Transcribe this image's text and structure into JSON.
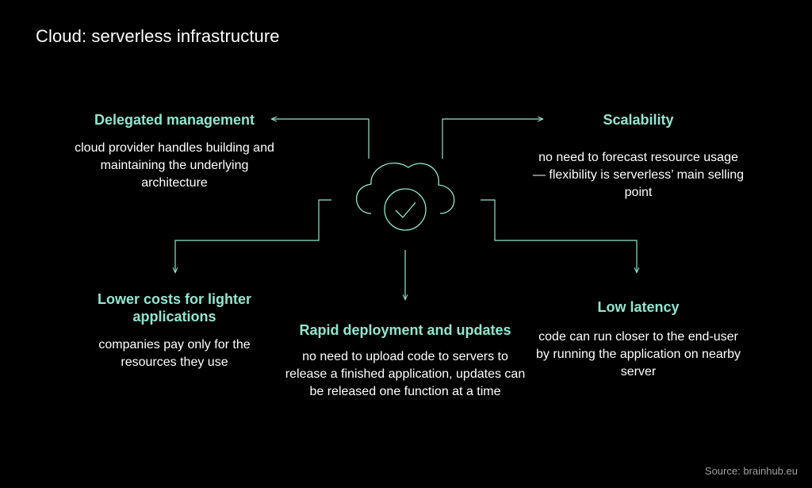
{
  "page": {
    "title": "Cloud: serverless infrastructure",
    "source": "Source: brainhub.eu"
  },
  "colors": {
    "background": "#000000",
    "accent": "#8fe6cf",
    "text": "#ffffff",
    "muted": "#a0a0a0"
  },
  "icons": {
    "center": "cloud-check-icon"
  },
  "blocks": {
    "delegated": {
      "heading": "Delegated management",
      "text": "cloud provider handles building and maintaining the underlying architecture"
    },
    "scalability": {
      "heading": "Scalability",
      "text": "no need to forecast resource usage — flexibility is serverless’ main selling point"
    },
    "lower_costs": {
      "heading": "Lower costs for lighter applications",
      "text": "companies pay only for the resources they use"
    },
    "rapid": {
      "heading": "Rapid deployment and updates",
      "text": "no need to upload code to servers to release a finished application, updates can be released one function at a time"
    },
    "latency": {
      "heading": "Low latency",
      "text": "code can run closer to the end-user by running the application on nearby server"
    }
  }
}
